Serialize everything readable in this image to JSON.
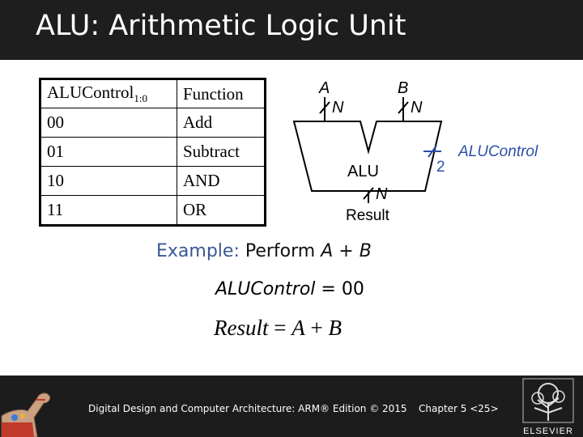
{
  "slide": {
    "title": "ALU: Arithmetic Logic Unit"
  },
  "table": {
    "header": {
      "col1_main": "ALUControl",
      "col1_sub": "1:0",
      "col2": "Function"
    },
    "rows": [
      {
        "code": "00",
        "function": "Add"
      },
      {
        "code": "01",
        "function": "Subtract"
      },
      {
        "code": "10",
        "function": "AND"
      },
      {
        "code": "11",
        "function": "OR"
      }
    ]
  },
  "diagram": {
    "input_a": "A",
    "input_b": "B",
    "width_a": "N",
    "width_b": "N",
    "block_label": "ALU",
    "output_width": "N",
    "output_label": "Result",
    "control_width": "2",
    "control_label": "ALUControl"
  },
  "example": {
    "label": "Example:",
    "text_prefix": "Perform ",
    "var_a": "A",
    "plus": " + ",
    "var_b": "B",
    "control_var": "ALUControl",
    "control_value": " = 00",
    "result_var": "Result",
    "result_eq": " = ",
    "result_a": "A",
    "result_plus": " + ",
    "result_b": "B"
  },
  "footer": {
    "left_text": "Digital Design and Computer Architecture: ARM® Edition © 2015",
    "right_text": "Chapter 5 <25>",
    "publisher_logo_text": "ELSEVIER"
  },
  "colors": {
    "title_bar": "#1e1e1e",
    "footer_bar": "#1c1c1c",
    "example_label": "#3a5795",
    "control_signal": "#2c4fa8"
  }
}
